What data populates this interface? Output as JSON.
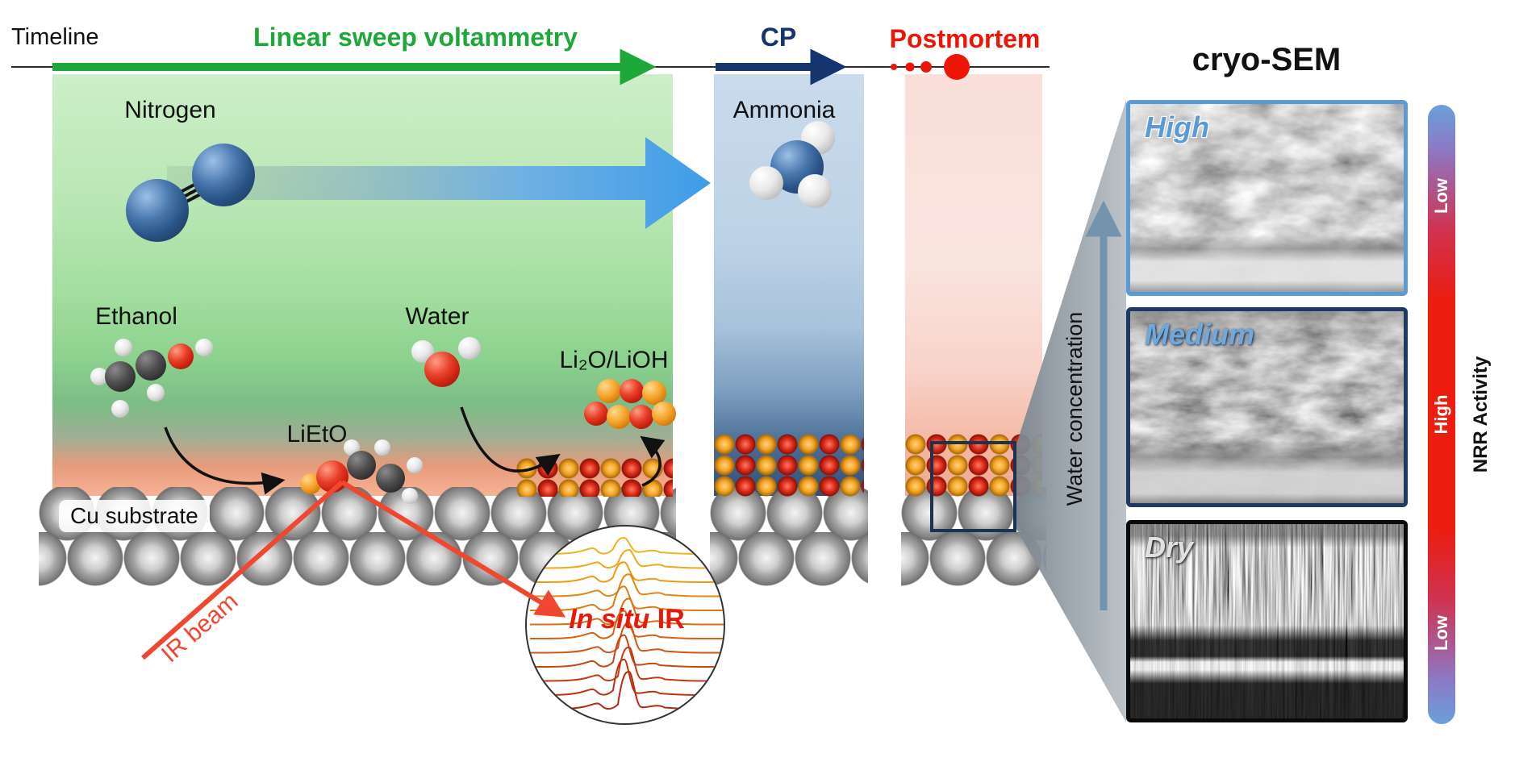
{
  "timeline": {
    "label": "Timeline",
    "lsv_label": "Linear sweep voltammetry",
    "cp_label": "CP",
    "postmortem_label": "Postmortem"
  },
  "labels": {
    "nitrogen": "Nitrogen",
    "ammonia": "Ammonia",
    "ethanol": "Ethanol",
    "water": "Water",
    "li2o_lioh": "Li₂O/LiOH",
    "lieto": "LiEtO",
    "cu_substrate": "Cu substrate",
    "ir_beam": "IR beam",
    "insitu_italic": "In situ",
    "insitu_rest": " IR"
  },
  "sem": {
    "title": "cryo-SEM",
    "water_axis": "Water concentration",
    "panels": [
      {
        "label": "High"
      },
      {
        "label": "Medium"
      },
      {
        "label": "Dry"
      }
    ]
  },
  "activity_bar": {
    "title": "NRR Activity",
    "labels": [
      "Low",
      "High",
      "Low"
    ]
  },
  "colors": {
    "lsv_green": "#1fa83a",
    "cp_navy": "#16356e",
    "postmortem_red": "#ed1505",
    "sem_high_border": "#5b9bd5",
    "sem_medium_border": "#1f3864",
    "sem_dry_border": "#0a0a0a"
  }
}
